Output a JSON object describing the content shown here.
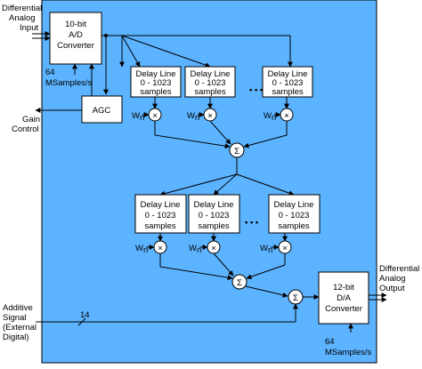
{
  "colors": {
    "background": "#ffffff",
    "panel": "#5cb3ff",
    "block_fill": "#ffffff",
    "line": "#000000"
  },
  "inputs": {
    "analog_line1": "Differential",
    "analog_line2": "Analog",
    "analog_line3": "Input",
    "additive_line1": "Additive",
    "additive_line2": "Signal",
    "additive_line3": "(External",
    "additive_line4": "Digital)",
    "additive_bits": "14"
  },
  "outputs": {
    "gain_line1": "Gain",
    "gain_line2": "Control",
    "analog_line1": "Differential",
    "analog_line2": "Analog",
    "analog_line3": "Output"
  },
  "adc": {
    "line1": "10-bit",
    "line2": "A/D",
    "line3": "Converter",
    "rate_line1": "64",
    "rate_line2": "MSamples/s"
  },
  "agc": {
    "label": "AGC"
  },
  "dac": {
    "line1": "12-bit",
    "line2": "D/A",
    "line3": "Converter",
    "rate_line1": "64",
    "rate_line2": "MSamples/s"
  },
  "delay_line": {
    "line1": "Delay Line",
    "line2": "0 - 1023",
    "line3": "samples"
  },
  "weights": {
    "upper": "W",
    "lower": "W",
    "subscript": "n"
  },
  "symbols": {
    "multiply": "×",
    "sum": "Σ",
    "ellipsis": "• • •"
  }
}
